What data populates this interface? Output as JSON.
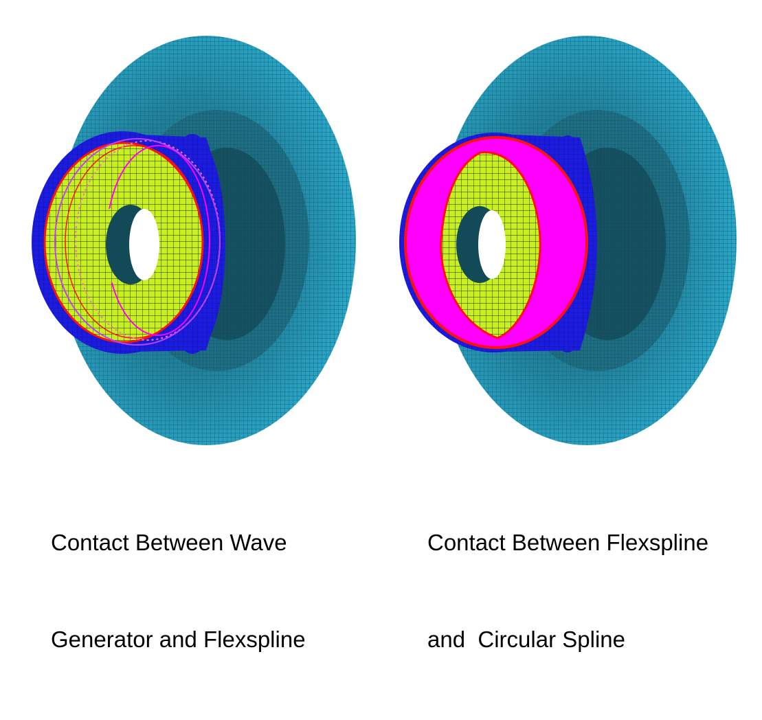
{
  "figure": {
    "panels": [
      {
        "id": "wave-generator-flexspline",
        "caption_lines": [
          "Contact Between Wave",
          "Generator and Flexspline"
        ],
        "contact_highlight": "outline"
      },
      {
        "id": "flexspline-circular-spline",
        "caption_lines": [
          "Contact Between Flexspline",
          "and  Circular Spline"
        ],
        "contact_highlight": "filled"
      }
    ],
    "colors": {
      "circular_spline_disk": "#2aa6c8",
      "disk_inner_shadow": "#1b6f86",
      "flexspline_body": "#1c1ce0",
      "wave_generator_face": "#c8f020",
      "contact_surface": "#ff00ff",
      "contact_edge": "#ff1010",
      "bore_shadow": "#0f4a5a",
      "mesh_line": "#0a2a30"
    }
  }
}
